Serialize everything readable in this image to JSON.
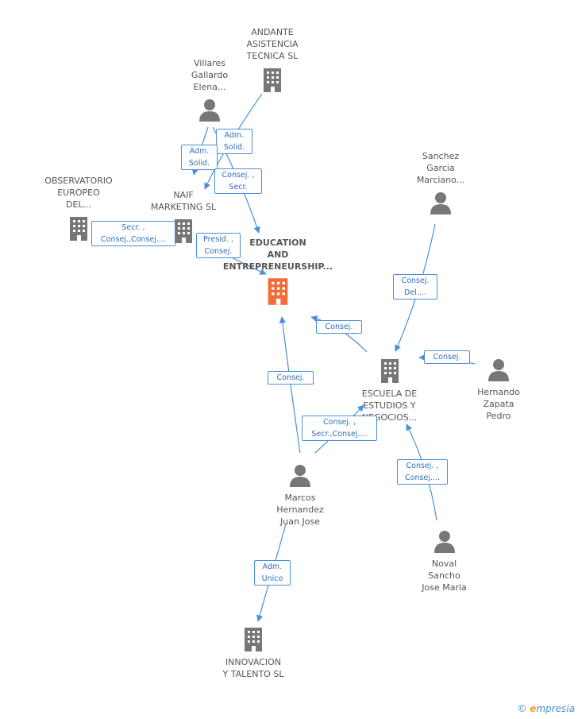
{
  "colors": {
    "edge": "#4a90d9",
    "focus": "#f26b38",
    "node": "#777777"
  },
  "nodes": {
    "andante": {
      "label": "ANDANTE\nASISTENCIA\nTECNICA SL",
      "icon": "building-icon"
    },
    "villares": {
      "label": "Villares\nGallardo\nElena...",
      "icon": "person-icon"
    },
    "observatorio": {
      "label": "OBSERVATORIO\nEUROPEO\nDEL...",
      "icon": "building-icon"
    },
    "naif": {
      "label": "NAIF\nMARKETING SL",
      "icon": "building-icon"
    },
    "education": {
      "label": "EDUCATION\nAND\nENTREPRENEURSHIP...",
      "icon": "building-icon"
    },
    "sanchez": {
      "label": "Sanchez\nGarcia\nMarciano...",
      "icon": "person-icon"
    },
    "escuela": {
      "label": "ESCUELA DE\nESTUDIOS Y\nNEGOCIOS...",
      "icon": "building-icon"
    },
    "hernando": {
      "label": "Hernando\nZapata\nPedro",
      "icon": "person-icon"
    },
    "marcos": {
      "label": "Marcos\nHernandez\nJuan Jose",
      "icon": "person-icon"
    },
    "noval": {
      "label": "Noval\nSancho\nJose Maria",
      "icon": "person-icon"
    },
    "innovacion": {
      "label": "INNOVACION\nY TALENTO SL",
      "icon": "building-icon"
    }
  },
  "edge_labels": {
    "adm_solid_1": "Adm.\nSolid.",
    "adm_solid_2": "Adm.\nSolid.",
    "consej_secr": "Consej. ,\nSecr.",
    "secr_consej": "Secr. ,\nConsej.,Consej....",
    "presid_consej": "Presid. ,\nConsej.",
    "consej_del": "Consej.\nDel....",
    "consej_escuela": "Consej.",
    "consej_hernando": "Consej.",
    "consej_marcos": "Consej.",
    "consej_secr_marcos": "Consej. ,\nSecr.,Consej....",
    "consej_noval": "Consej. ,\nConsej....",
    "adm_unico": "Adm.\nUnico"
  },
  "footer": {
    "copyright": "©",
    "brand_e": "e",
    "brand_rest": "mpresia"
  }
}
